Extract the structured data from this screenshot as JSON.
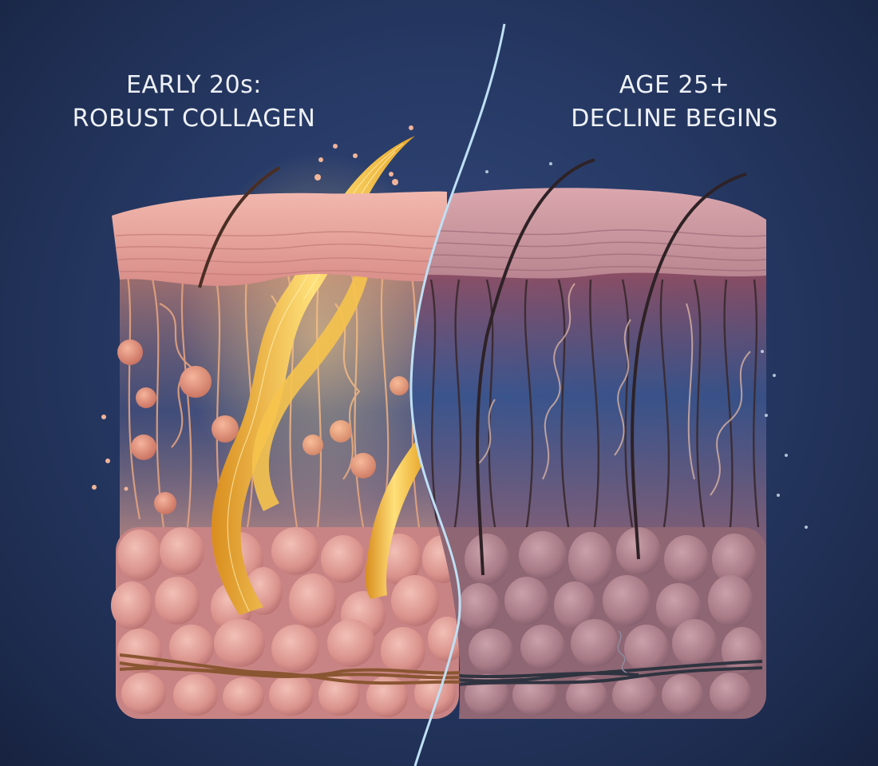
{
  "labels": {
    "left": {
      "line1": "EARLY 20s:",
      "line2": "ROBUST COLLAGEN"
    },
    "right": {
      "line1": "AGE 25+",
      "line2": "DECLINE BEGINS"
    }
  },
  "illustration": {
    "subject": "skin cross-section comparing collagen",
    "left_panel": "healthy skin with thick golden collagen fibers and elastin network",
    "right_panel": "aging skin with thinner, dark, frayed fibers",
    "divider": "curved light-blue line"
  },
  "colors": {
    "background": "#273a66",
    "text": "#eef1f8",
    "collagen_gold": "#f3c03c",
    "skin_pink_left": "#e3a19a",
    "skin_pink_right": "#b88890",
    "divider": "#bfe0f5",
    "dark_fiber": "#3a2a2e"
  }
}
